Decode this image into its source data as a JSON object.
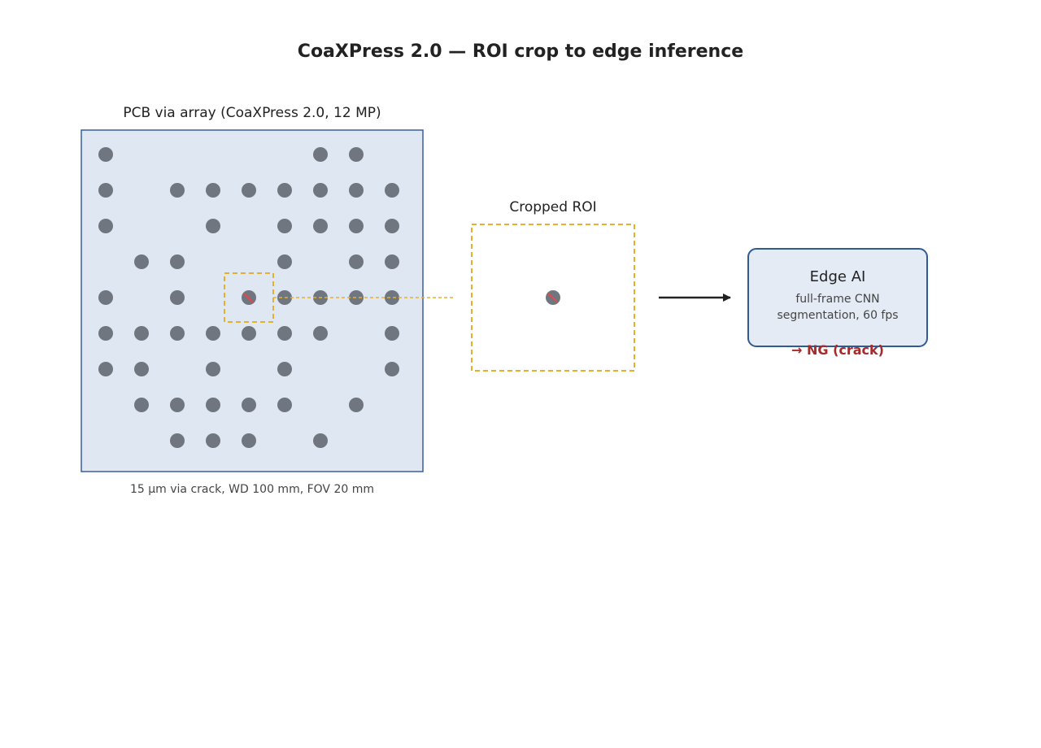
{
  "title": "CoaXPress 2.0 — ROI crop to edge inference",
  "pcb": {
    "label": "PCB via array (CoaXPress 2.0, 12 MP)",
    "caption": "15 µm via crack, WD 100 mm, FOV 20 mm",
    "vias": [
      [
        0,
        0
      ],
      [
        6,
        0
      ],
      [
        7,
        0
      ],
      [
        0,
        1
      ],
      [
        2,
        1
      ],
      [
        3,
        1
      ],
      [
        4,
        1
      ],
      [
        5,
        1
      ],
      [
        6,
        1
      ],
      [
        7,
        1
      ],
      [
        8,
        1
      ],
      [
        0,
        2
      ],
      [
        3,
        2
      ],
      [
        5,
        2
      ],
      [
        6,
        2
      ],
      [
        7,
        2
      ],
      [
        8,
        2
      ],
      [
        1,
        3
      ],
      [
        2,
        3
      ],
      [
        5,
        3
      ],
      [
        7,
        3
      ],
      [
        8,
        3
      ],
      [
        0,
        4
      ],
      [
        2,
        4
      ],
      [
        4,
        4
      ],
      [
        5,
        4
      ],
      [
        6,
        4
      ],
      [
        7,
        4
      ],
      [
        8,
        4
      ],
      [
        0,
        5
      ],
      [
        1,
        5
      ],
      [
        2,
        5
      ],
      [
        3,
        5
      ],
      [
        4,
        5
      ],
      [
        5,
        5
      ],
      [
        6,
        5
      ],
      [
        8,
        5
      ],
      [
        0,
        6
      ],
      [
        1,
        6
      ],
      [
        3,
        6
      ],
      [
        5,
        6
      ],
      [
        8,
        6
      ],
      [
        1,
        7
      ],
      [
        2,
        7
      ],
      [
        3,
        7
      ],
      [
        4,
        7
      ],
      [
        5,
        7
      ],
      [
        7,
        7
      ],
      [
        2,
        8
      ],
      [
        3,
        8
      ],
      [
        4,
        8
      ],
      [
        6,
        8
      ]
    ],
    "defect_via": [
      4,
      4
    ]
  },
  "roi": {
    "label": "Cropped ROI"
  },
  "edge_ai": {
    "title": "Edge AI",
    "line1": "full-frame CNN",
    "line2": "segmentation, 60 fps",
    "result": "→ NG (crack)"
  },
  "colors": {
    "panel_fill": "#dfe7f3",
    "panel_stroke": "#3a5f9c",
    "via": "#707680",
    "roi_stroke": "#e5b02f",
    "crack": "#e04a4a",
    "result": "#a52a2a"
  }
}
